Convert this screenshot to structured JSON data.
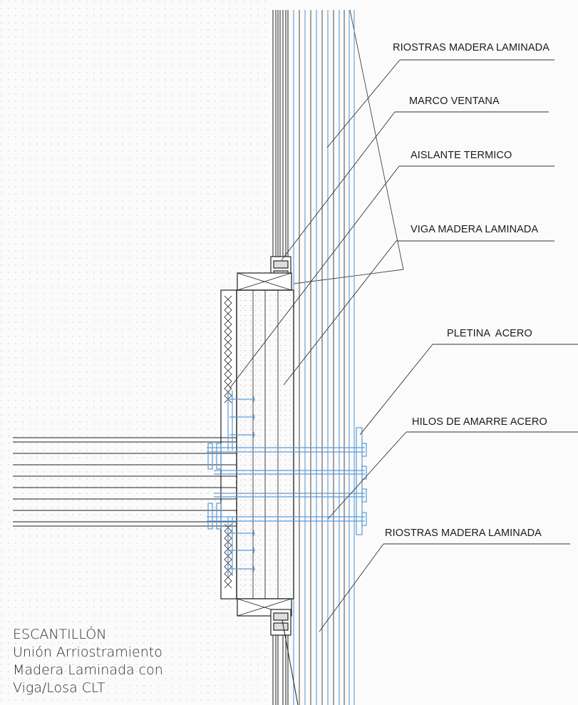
{
  "labels": [
    {
      "key": "riostras-top",
      "text": "RIOSTRAS MADERA LAMINADA"
    },
    {
      "key": "marco-ventana",
      "text": "MARCO VENTANA"
    },
    {
      "key": "aislante",
      "text": "AISLANTE TERMICO"
    },
    {
      "key": "viga",
      "text": "VIGA MADERA LAMINADA"
    },
    {
      "key": "pletina",
      "text": "PLETINA  ACERO"
    },
    {
      "key": "hilos",
      "text": "HILOS DE AMARRE ACERO"
    },
    {
      "key": "riostras-bottom",
      "text": "RIOSTRAS MADERA LAMINADA"
    }
  ],
  "caption": {
    "line1": "ESCANTILLÓN",
    "line2": "Unión Arriostramiento",
    "line3": "Madera Laminada con",
    "line4": "Viga/Losa CLT"
  },
  "colors": {
    "line": "#222222",
    "blue": "#5b9bd5",
    "dots": "#c9c9c9"
  }
}
